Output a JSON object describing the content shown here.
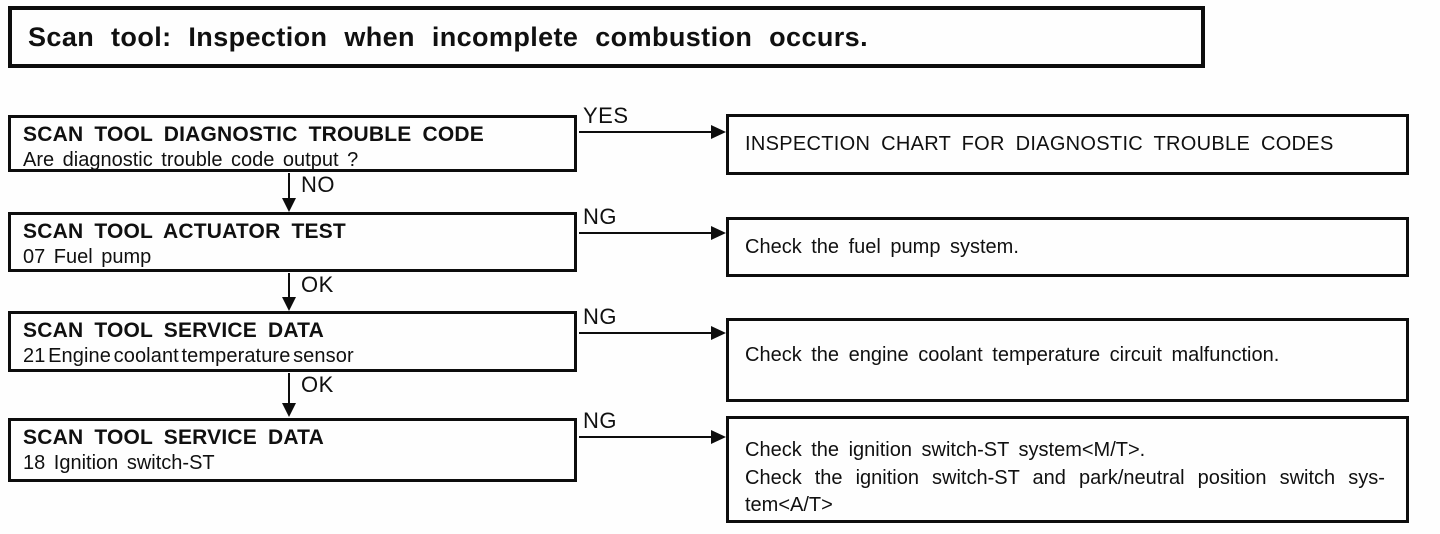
{
  "title": "Scan tool: Inspection when incomplete combustion occurs.",
  "colors": {
    "ink": "#0d0d0d",
    "paper": "#fefefe"
  },
  "flow": {
    "rows": [
      {
        "left": {
          "heading": "SCAN TOOL DIAGNOSTIC TROUBLE CODE",
          "detail": "Are diagnostic trouble code output ?"
        },
        "branch_label": "YES",
        "down_label": "NO",
        "right": {
          "lines": [
            "INSPECTION CHART FOR DIAGNOSTIC TROUBLE CODES"
          ]
        }
      },
      {
        "left": {
          "heading": "SCAN TOOL ACTUATOR TEST",
          "detail": "07 Fuel pump"
        },
        "branch_label": "NG",
        "down_label": "OK",
        "right": {
          "lines": [
            "Check the fuel pump system."
          ]
        }
      },
      {
        "left": {
          "heading": "SCAN TOOL SERVICE DATA",
          "detail": "21 Engine coolant temperature sensor"
        },
        "branch_label": "NG",
        "down_label": "OK",
        "right": {
          "lines": [
            "Check the engine coolant temperature circuit malfunction."
          ]
        }
      },
      {
        "left": {
          "heading": "SCAN TOOL SERVICE DATA",
          "detail": "18 Ignition switch-ST"
        },
        "branch_label": "NG",
        "down_label": "",
        "right": {
          "lines": [
            "Check the ignition switch-ST system<M/T>.",
            "Check the ignition switch-ST and park/neutral position switch sys-",
            "tem<A/T>"
          ]
        }
      }
    ]
  }
}
